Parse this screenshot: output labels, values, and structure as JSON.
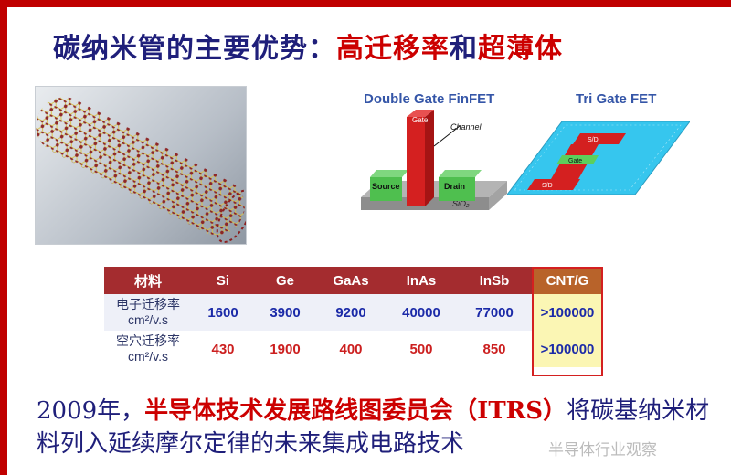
{
  "slide": {
    "title_part1": "碳纳米管的主要优势：",
    "title_part2a": "高迁移率",
    "title_part2b": "和",
    "title_part2c": "超薄体"
  },
  "diagrams": {
    "finfet": {
      "title": "Double Gate FinFET",
      "gate_label": "Gate",
      "channel_label": "Channel",
      "source_label": "Source",
      "drain_label": "Drain",
      "substrate_label": "SiO₂"
    },
    "trigate": {
      "title": "Tri Gate FET",
      "sd_top_label": "S/D",
      "gate_label": "Gate",
      "sd_bottom_label": "S/D"
    }
  },
  "table": {
    "headers": [
      "材料",
      "Si",
      "Ge",
      "GaAs",
      "InAs",
      "InSb",
      "CNT/G"
    ],
    "rows": [
      {
        "label_line1": "电子迁移率",
        "label_line2": "cm²/v.s",
        "values": [
          "1600",
          "3900",
          "9200",
          "40000",
          "77000",
          ">100000"
        ]
      },
      {
        "label_line1": "空穴迁移率",
        "label_line2": "cm²/v.s",
        "values": [
          "430",
          "1900",
          "400",
          "500",
          "850",
          ">100000"
        ]
      }
    ]
  },
  "footer": {
    "text_a": "2009年，",
    "text_b": "半导体技术发展路线图委员会（ITRS）",
    "text_c": "将碳基纳米材料列入延续摩尔定律的未来集成电路技术",
    "watermark": "半导体行业观察"
  },
  "colors": {
    "accent_red": "#c00000",
    "title_navy": "#1f1f7a",
    "table_header": "#a42c2f",
    "cnt_highlight": "#fbf6b4"
  }
}
